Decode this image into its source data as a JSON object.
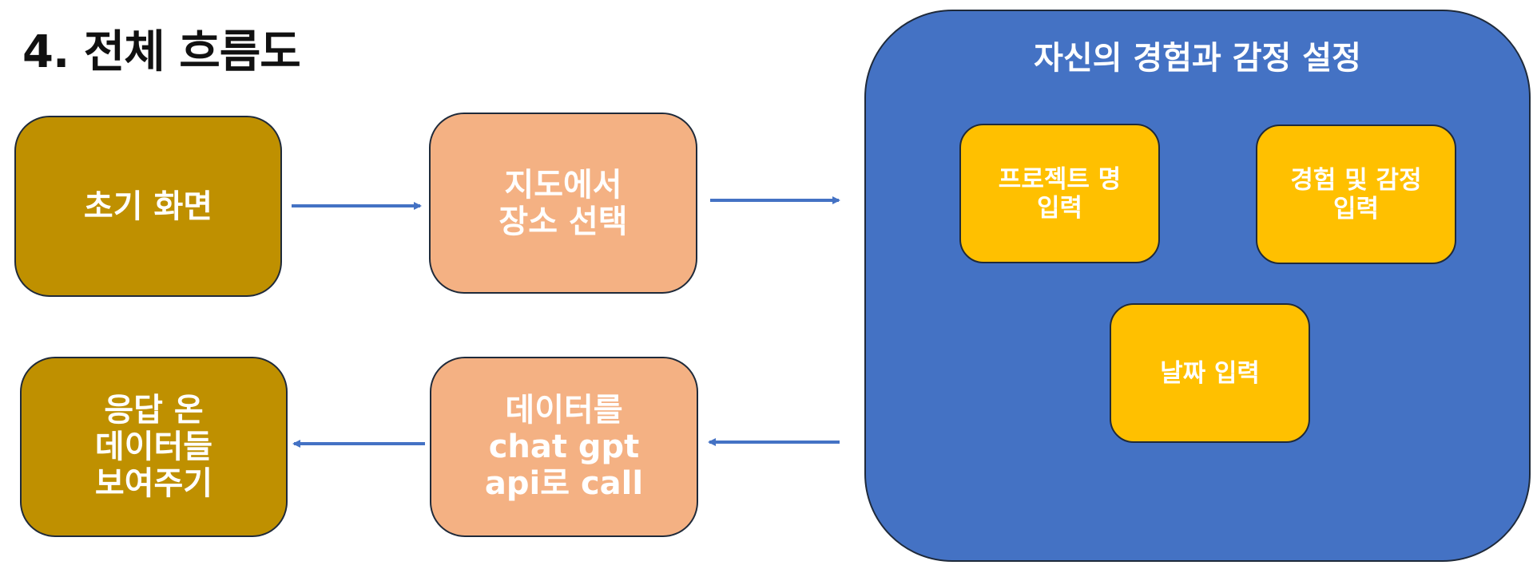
{
  "title": "4. 전체 흐름도",
  "colors": {
    "olive": "#bf9000",
    "peach": "#f4b183",
    "blue": "#4472c4",
    "yellow": "#ffc000",
    "arrow": "#4472c4"
  },
  "nodes": {
    "initial_screen": "초기 화면",
    "select_place": "지도에서\n장소 선택",
    "call_api": "데이터를\nchat gpt\napi로 call",
    "show_response": "응답 온\n데이터들\n보여주기"
  },
  "settings_group": {
    "title": "자신의 경험과 감정 설정",
    "project_name": "프로젝트 명\n입력",
    "experience_emotion": "경험 및 감정\n입력",
    "date": "날짜 입력"
  }
}
